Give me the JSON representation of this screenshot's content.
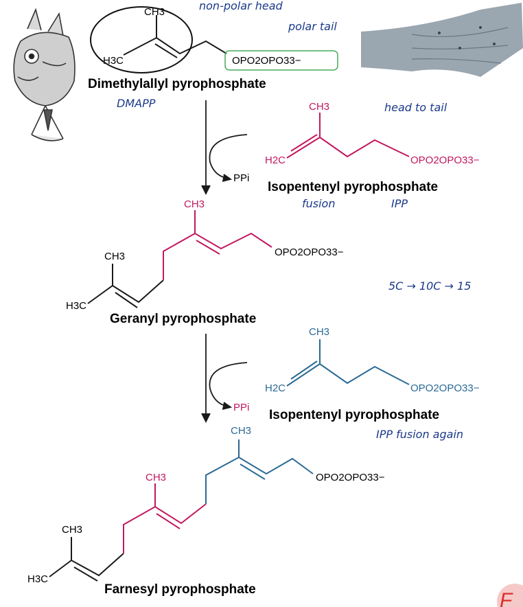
{
  "colors": {
    "black": "#1a1a1a",
    "magenta": "#c0185f",
    "blue": "#2a6a94",
    "ink": "#1c3a8a",
    "green": "#4aaa5a",
    "fish": "#8a9aa8"
  },
  "compounds": {
    "dmapp": {
      "name": "Dimethylallyl pyrophosphate",
      "abbr_note": "DMAPP",
      "ch3": "CH3",
      "h3c": "H3C",
      "tail": "OPO2OPO33−"
    },
    "ipp1": {
      "name": "Isopentenyl pyrophosphate",
      "ch3": "CH3",
      "h2c": "H2C",
      "tail": "OPO2OPO33−"
    },
    "geranyl": {
      "name": "Geranyl pyrophosphate",
      "ch3_top": "CH3",
      "ch3_left": "CH3",
      "h3c": "H3C",
      "tail": "OPO2OPO33−"
    },
    "ipp2": {
      "name": "Isopentenyl pyrophosphate",
      "ch3": "CH3",
      "h2c": "H2C",
      "tail": "OPO2OPO33−"
    },
    "farnesyl": {
      "name": "Farnesyl pyrophosphate",
      "ch3_top": "CH3",
      "ch3_mid": "CH3",
      "ch3_left": "CH3",
      "h3c": "H3C",
      "tail": "OPO2OPO33−"
    }
  },
  "reactions": {
    "ppi_1": "PPi",
    "ppi_2": "PPi"
  },
  "annotations": {
    "nonpolar_head": "non-polar head",
    "polar_tail": "polar tail",
    "head_to_tail": "head to tail",
    "fusion_1": "fusion",
    "ipp_1": "IPP",
    "carbons": "5C → 10C → 15",
    "ipp_fusion_again": "IPP fusion again"
  },
  "corner_mark": "F"
}
